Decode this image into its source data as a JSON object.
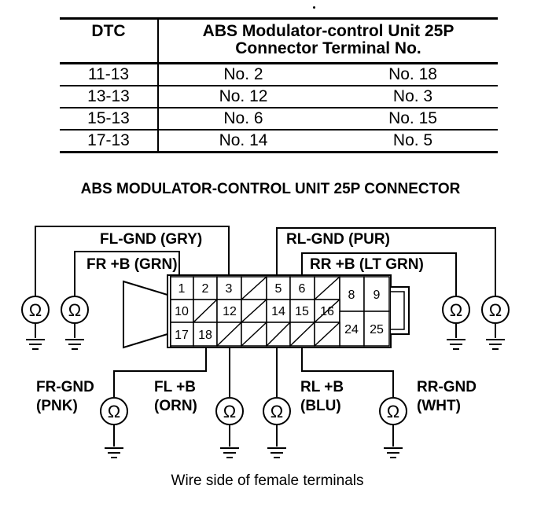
{
  "table": {
    "headers": [
      "DTC",
      "ABS Modulator-control Unit 25P",
      "Connector Terminal No."
    ],
    "rows": [
      [
        "11-13",
        "No. 2",
        "No. 18"
      ],
      [
        "13-13",
        "No. 12",
        "No. 3"
      ],
      [
        "15-13",
        "No. 6",
        "No. 15"
      ],
      [
        "17-13",
        "No. 14",
        "No. 5"
      ]
    ]
  },
  "connector_title": "ABS MODULATOR-CONTROL UNIT 25P CONNECTOR",
  "labels": {
    "fl_gnd": "FL-GND (GRY)",
    "fr_b": "FR +B (GRN)",
    "rl_gnd": "RL-GND (PUR)",
    "rr_b": "RR +B (LT GRN)",
    "fr_gnd_1": "FR-GND",
    "fr_gnd_2": "(PNK)",
    "fl_b_1": "FL +B",
    "fl_b_2": "(ORN)",
    "rl_b_1": "RL +B",
    "rl_b_2": "(BLU)",
    "rr_gnd_1": "RR-GND",
    "rr_gnd_2": "(WHT)"
  },
  "pins": {
    "p1": "1",
    "p2": "2",
    "p3": "3",
    "p5": "5",
    "p6": "6",
    "p8": "8",
    "p9": "9",
    "p10": "10",
    "p12": "12",
    "p14": "14",
    "p15": "15",
    "p16": "16",
    "p17": "17",
    "p18": "18",
    "p24": "24",
    "p25": "25"
  },
  "ohm_symbol": "Ω",
  "caption": "Wire side of female terminals"
}
